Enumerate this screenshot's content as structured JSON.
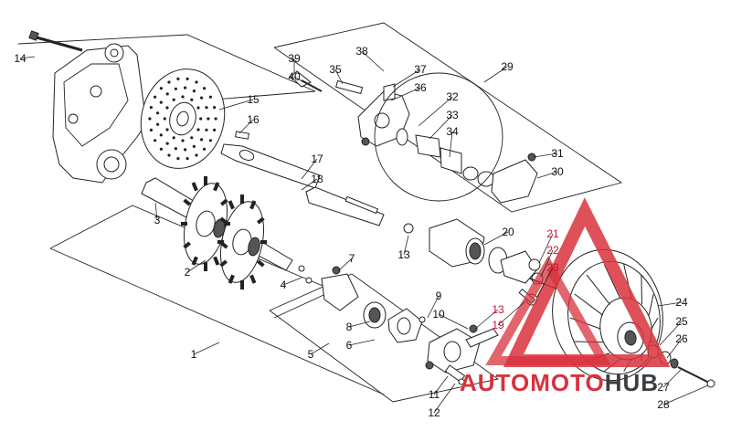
{
  "diagram": {
    "callouts": [
      {
        "id": "c1",
        "label": "1",
        "accent": false
      },
      {
        "id": "c2",
        "label": "2",
        "accent": false
      },
      {
        "id": "c3",
        "label": "3",
        "accent": false
      },
      {
        "id": "c4",
        "label": "4",
        "accent": false
      },
      {
        "id": "c5",
        "label": "5",
        "accent": false
      },
      {
        "id": "c6",
        "label": "6",
        "accent": false
      },
      {
        "id": "c7",
        "label": "7",
        "accent": false
      },
      {
        "id": "c8",
        "label": "8",
        "accent": false
      },
      {
        "id": "c9",
        "label": "9",
        "accent": false
      },
      {
        "id": "c10",
        "label": "10",
        "accent": false
      },
      {
        "id": "c11",
        "label": "11",
        "accent": false
      },
      {
        "id": "c12",
        "label": "12",
        "accent": false
      },
      {
        "id": "c13a",
        "label": "13",
        "accent": false
      },
      {
        "id": "c13b",
        "label": "13",
        "accent": true
      },
      {
        "id": "c14",
        "label": "14",
        "accent": false
      },
      {
        "id": "c15",
        "label": "15",
        "accent": false
      },
      {
        "id": "c16",
        "label": "16",
        "accent": false
      },
      {
        "id": "c17",
        "label": "17",
        "accent": false
      },
      {
        "id": "c18",
        "label": "18",
        "accent": false
      },
      {
        "id": "c19",
        "label": "19",
        "accent": true
      },
      {
        "id": "c20",
        "label": "20",
        "accent": false
      },
      {
        "id": "c21",
        "label": "21",
        "accent": true
      },
      {
        "id": "c22",
        "label": "22",
        "accent": true
      },
      {
        "id": "c23",
        "label": "23",
        "accent": true
      },
      {
        "id": "c24",
        "label": "24",
        "accent": false
      },
      {
        "id": "c25",
        "label": "25",
        "accent": false
      },
      {
        "id": "c26",
        "label": "26",
        "accent": false
      },
      {
        "id": "c27",
        "label": "27",
        "accent": false
      },
      {
        "id": "c28",
        "label": "28",
        "accent": false
      },
      {
        "id": "c29",
        "label": "29",
        "accent": false
      },
      {
        "id": "c30",
        "label": "30",
        "accent": false
      },
      {
        "id": "c31",
        "label": "31",
        "accent": false
      },
      {
        "id": "c32",
        "label": "32",
        "accent": false
      },
      {
        "id": "c33",
        "label": "33",
        "accent": false
      },
      {
        "id": "c34",
        "label": "34",
        "accent": false
      },
      {
        "id": "c35",
        "label": "35",
        "accent": false
      },
      {
        "id": "c36",
        "label": "36",
        "accent": false
      },
      {
        "id": "c37",
        "label": "37",
        "accent": false
      },
      {
        "id": "c38",
        "label": "38",
        "accent": false
      },
      {
        "id": "c39",
        "label": "39",
        "accent": false
      },
      {
        "id": "c40",
        "label": "40",
        "accent": false
      }
    ]
  },
  "watermark": {
    "part1": "AUTOMOTO",
    "part2": "HUB",
    "color_red": "#d8323c",
    "color_dark": "#3a3f44"
  },
  "colors": {
    "line": "#222222",
    "accent": "#c8102e",
    "background": "#ffffff"
  }
}
